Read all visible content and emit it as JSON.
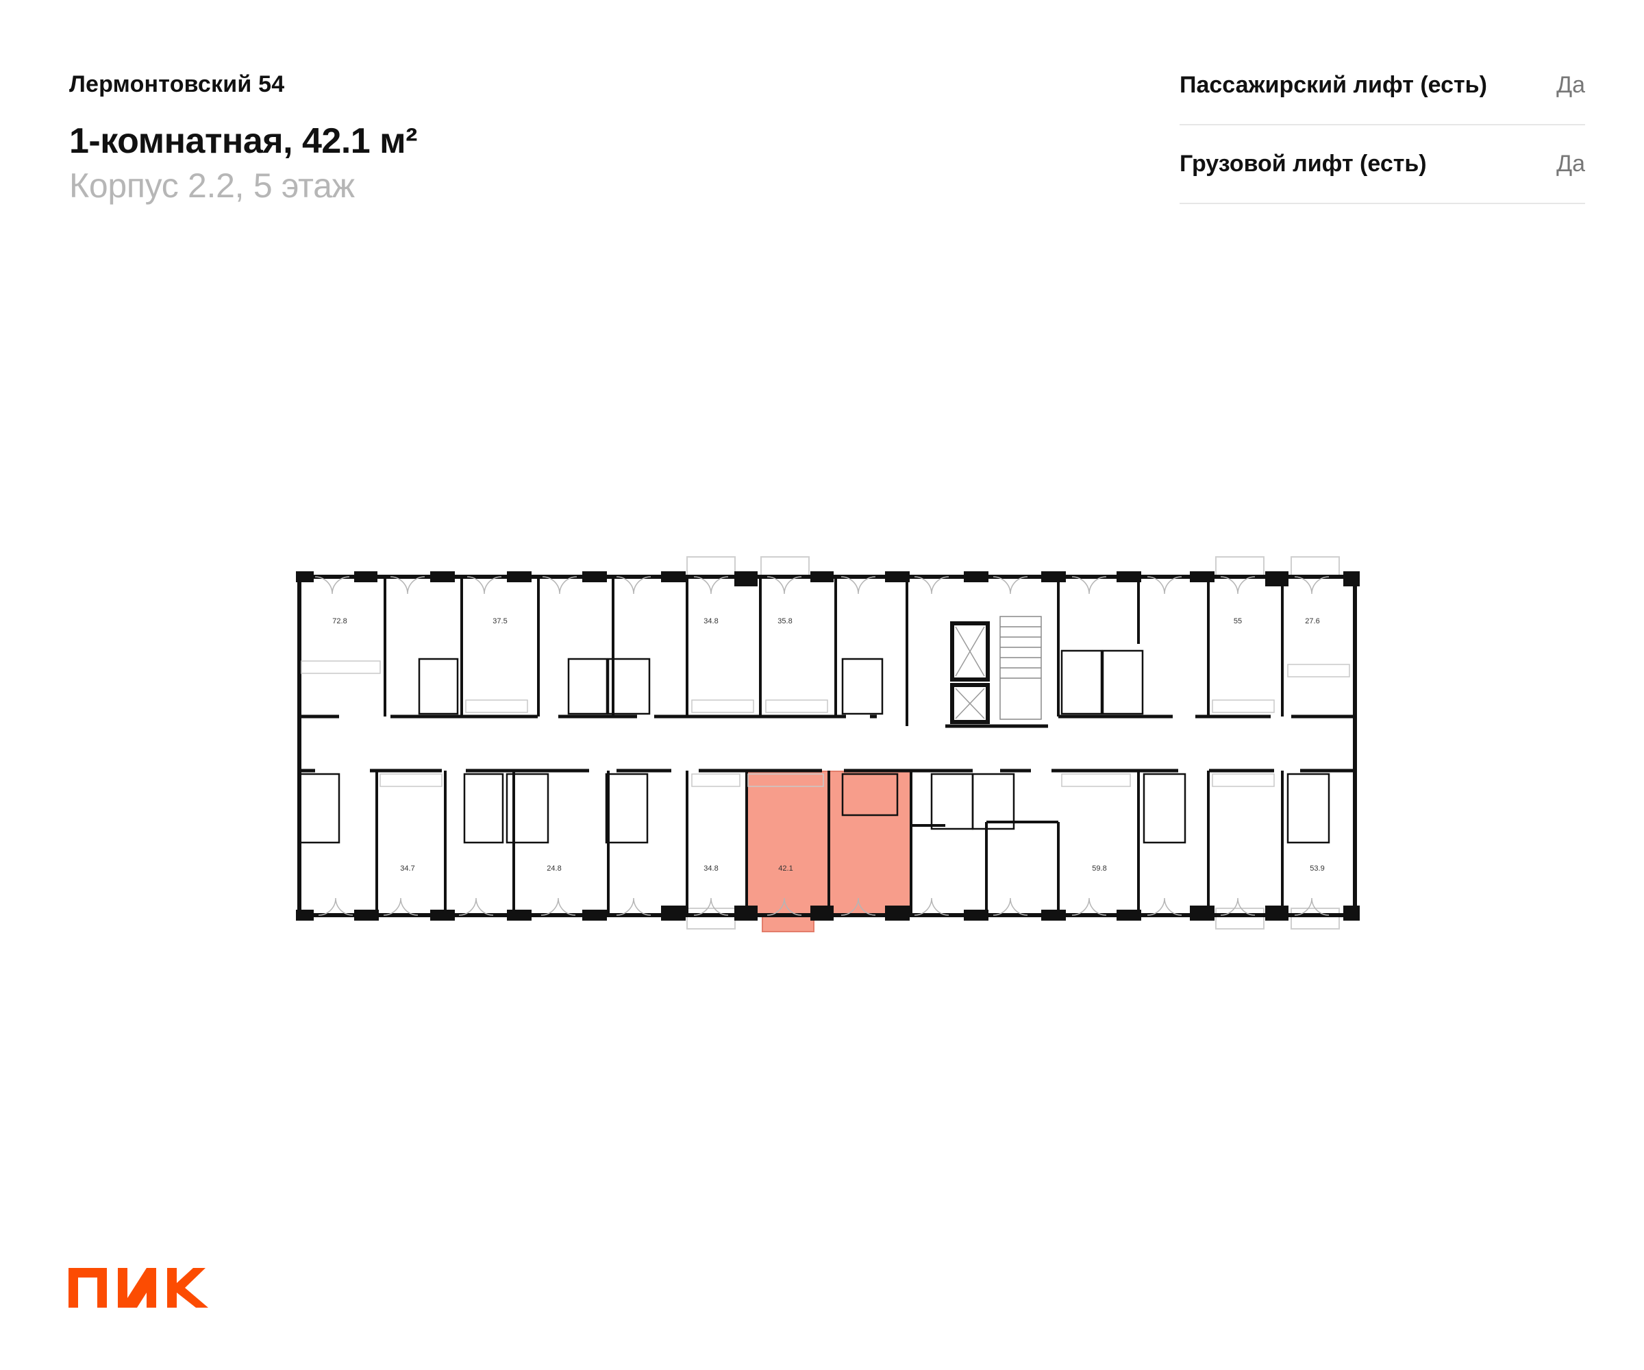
{
  "header": {
    "project_name": "Лермонтовский 54",
    "apartment_title": "1-комнатная, 42.1 м²",
    "building_floor": "Корпус 2.2, 5 этаж"
  },
  "features": [
    {
      "label": "Пассажирский лифт (есть)",
      "value": "Да"
    },
    {
      "label": "Грузовой лифт (есть)",
      "value": "Да"
    }
  ],
  "floor_plan": {
    "highlight_color": "#f7937f",
    "apartments": [
      {
        "area": "72.8",
        "highlighted": false
      },
      {
        "area": "37.5",
        "highlighted": false
      },
      {
        "area": "34.8",
        "highlighted": false
      },
      {
        "area": "35.8",
        "highlighted": false
      },
      {
        "area": "55",
        "highlighted": false
      },
      {
        "area": "27.6",
        "highlighted": false
      },
      {
        "area": "34.7",
        "highlighted": false
      },
      {
        "area": "24.8",
        "highlighted": false
      },
      {
        "area": "34.8",
        "highlighted": false
      },
      {
        "area": "42.1",
        "highlighted": true
      },
      {
        "area": "59.8",
        "highlighted": false
      },
      {
        "area": "53.9",
        "highlighted": false
      }
    ]
  },
  "logo": {
    "text": "ПИК",
    "color": "#fc4c02"
  }
}
